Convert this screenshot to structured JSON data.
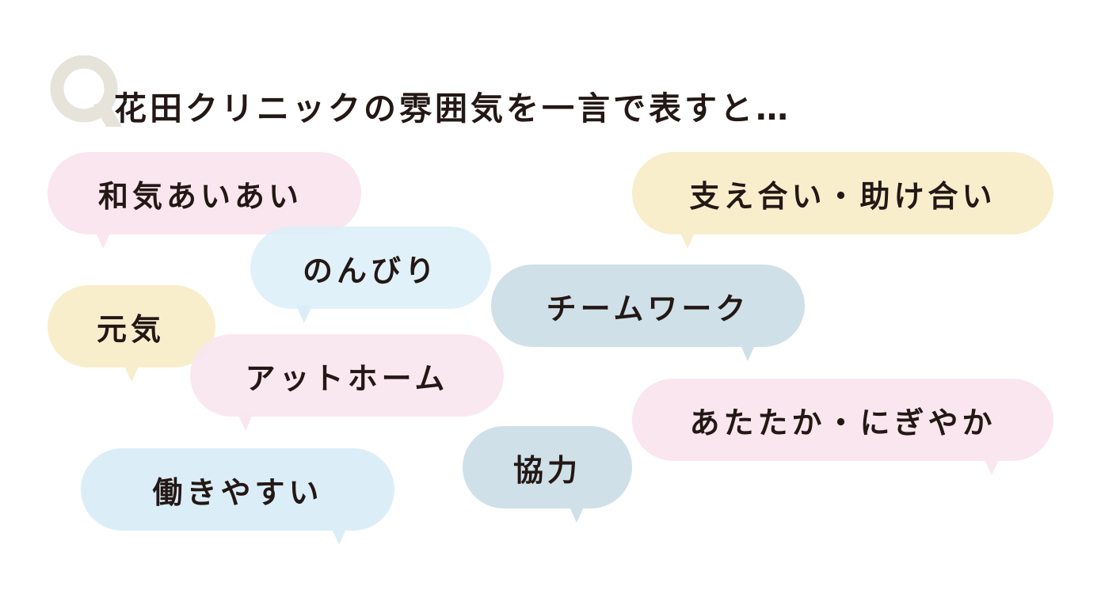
{
  "question": {
    "mark": "Q",
    "text": "花田クリニックの雰囲気を一言で表すと…"
  },
  "colors": {
    "mark": "#e5e3da",
    "pink": "#f9e6ef",
    "blue": "#dbeef8",
    "yellow": "#f8eecc",
    "slate": "#cfe0e8",
    "text": "#231815"
  },
  "bubbles": [
    {
      "label": "和気あいあい"
    },
    {
      "label": "支え合い・助け合い"
    },
    {
      "label": "のんびり"
    },
    {
      "label": "チームワーク"
    },
    {
      "label": "元気"
    },
    {
      "label": "アットホーム"
    },
    {
      "label": "あたたか・にぎやか"
    },
    {
      "label": "協力"
    },
    {
      "label": "働きやすい"
    }
  ]
}
